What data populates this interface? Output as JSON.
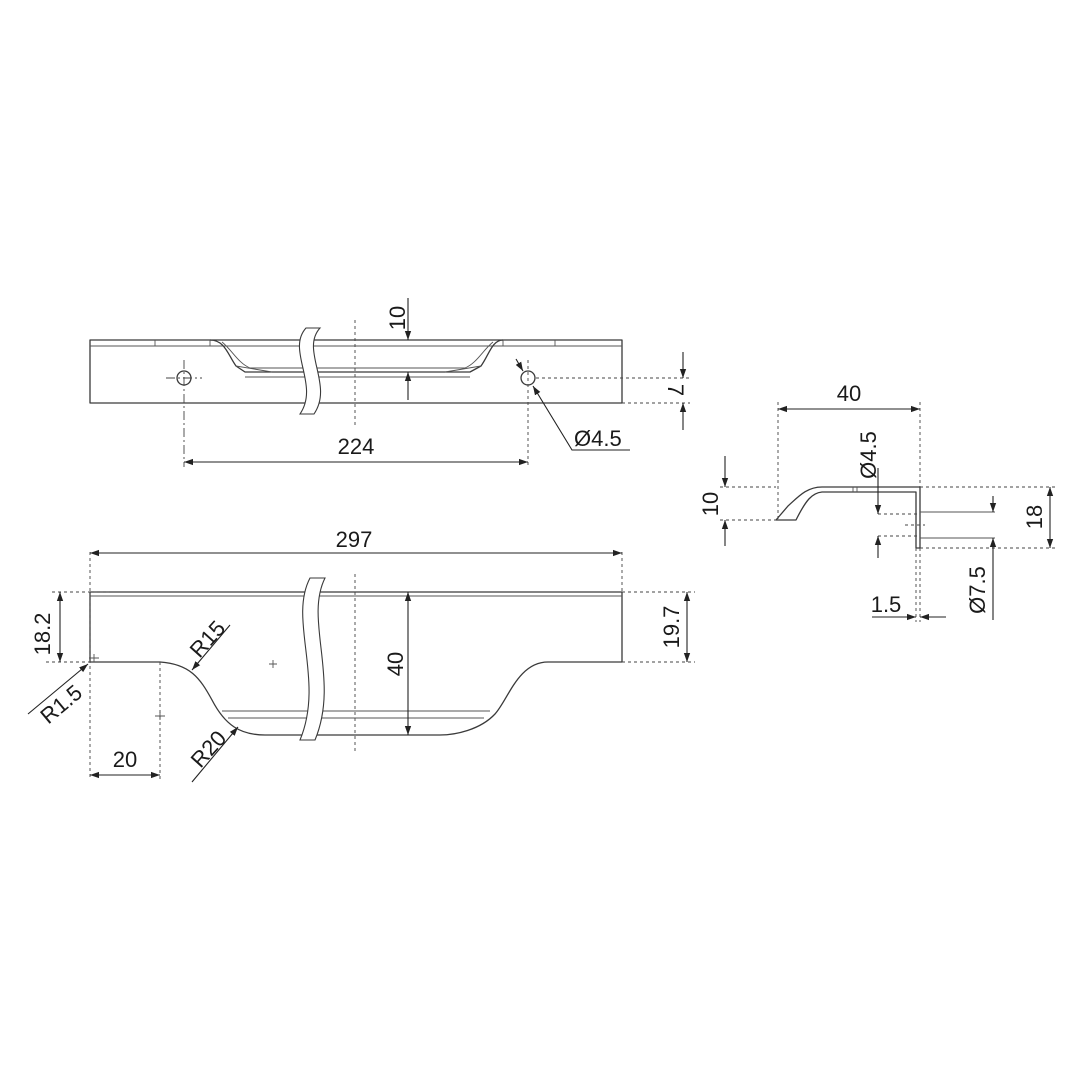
{
  "dimensions": {
    "top_view_10": "10",
    "top_view_7": "7",
    "hole_spacing": "224",
    "top_hole_diameter": "Ø4.5",
    "overall_length": "297",
    "left_flat_height": "18.2",
    "right_height": "19.7",
    "total_height": "40",
    "radius_small": "R1.5",
    "radius_15": "R15",
    "radius_20": "R20",
    "left_flat_width": "20",
    "side_width": "40",
    "side_hole_diameter": "Ø4.5",
    "side_lip_height": "10",
    "side_height": "18",
    "side_counterbore": "Ø7.5",
    "side_thickness": "1.5"
  },
  "colors": {
    "line": "#3a3a3a",
    "dimension": "#1a1a1a",
    "background": "#ffffff"
  }
}
